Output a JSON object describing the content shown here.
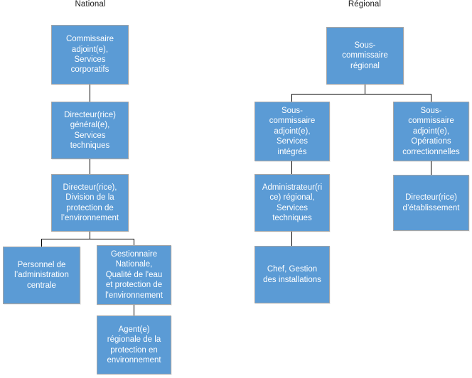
{
  "diagram": {
    "title_columns": [
      {
        "id": "national",
        "label": "National"
      },
      {
        "id": "regional",
        "label": "Régional"
      }
    ],
    "colors": {
      "node_fill": "#5B9BD5",
      "node_border": "#A6A6A6",
      "node_text": "#FFFFFF",
      "connector": "#000000",
      "header_text": "#1A1A1A",
      "background": "#FFFFFF"
    },
    "nodes": {
      "national": [
        {
          "id": "commissaire-adjoint-services-corporatifs",
          "label": "Commissaire\nadjoint(e),\nServices\ncorporatifs"
        },
        {
          "id": "directeur-general-services-techniques",
          "label": "Directeur(rice)\ngénéral(e),\nServices\ntechniques"
        },
        {
          "id": "directeur-division-protection-environnement",
          "label": "Directeur(rice),\nDivision de la\nprotection de\nl’environnement"
        },
        {
          "id": "personnel-administration-centrale",
          "label": "Personnel de\nl’administration\ncentrale"
        },
        {
          "id": "gestionnaire-nationale-qualite-eau",
          "label": "Gestionnaire\nNationale,\nQualité de l'eau\net protection de\nl'environnement"
        },
        {
          "id": "agent-regionale-protection-environnement",
          "label": "Agent(e)\nrégionale de la\nprotection en\nenvironnement"
        }
      ],
      "regional": [
        {
          "id": "sous-commissaire-regional",
          "label": "Sous-\ncommissaire\nrégional"
        },
        {
          "id": "sous-commissaire-adjoint-services-integres",
          "label": "Sous-\ncommissaire\nadjoint(e),\nServices\nintégrés"
        },
        {
          "id": "sous-commissaire-adjoint-operations-correctionnelles",
          "label": "Sous-\ncommissaire\nadjoint(e),\nOpérations\ncorrectionnelles"
        },
        {
          "id": "administrateur-regional-services-techniques",
          "label": "Administrateur(ri\nce) régional,\nServices\ntechniques"
        },
        {
          "id": "directeur-etablissement",
          "label": "Directeur(rice)\nd’établissement"
        },
        {
          "id": "chef-gestion-installations",
          "label": "Chef, Gestion\ndes installations"
        }
      ]
    }
  }
}
